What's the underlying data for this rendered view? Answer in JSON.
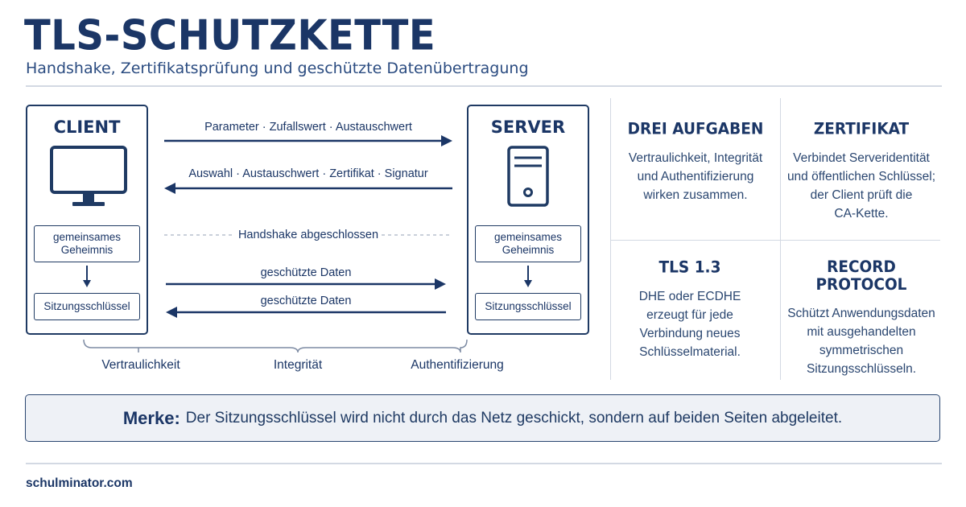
{
  "header": {
    "title": "TLS-SCHUTZKETTE",
    "subtitle": "Handshake, Zertifikatsprüfung und geschützte Datenübertragung"
  },
  "client": {
    "title": "CLIENT",
    "icon": "monitor-icon",
    "secret_box": "gemeinsames Geheimnis",
    "key_box": "Sitzungsschlüssel"
  },
  "server": {
    "title": "SERVER",
    "icon": "server-icon",
    "secret_box": "gemeinsames Geheimnis",
    "key_box": "Sitzungsschlüssel"
  },
  "messages": {
    "client_to_server": "Parameter · Zufallswert · Austauschwert",
    "server_to_client": "Auswahl · Austauschwert · Zertifikat · Signatur",
    "handshake_done": "Handshake abgeschlossen",
    "data_out": "geschützte Daten",
    "data_in": "geschützte Daten"
  },
  "goals": [
    "Vertraulichkeit",
    "Integrität",
    "Authentifizierung"
  ],
  "cards": [
    {
      "heading": "DREI AUFGABEN",
      "lines": [
        "Vertraulichkeit, Integrität",
        "und Authentifizierung",
        "wirken zusammen."
      ]
    },
    {
      "heading": "ZERTIFIKAT",
      "lines": [
        "Verbindet Serveridentität",
        "und öffentlichen Schlüssel;",
        "der Client prüft die",
        "CA-Kette."
      ]
    },
    {
      "heading": "TLS 1.3",
      "lines": [
        "DHE oder ECDHE",
        "erzeugt für jede",
        "Verbindung neues",
        "Schlüsselmaterial."
      ]
    },
    {
      "heading": "RECORD PROTOCOL",
      "lines": [
        "Schützt Anwendungsdaten",
        "mit ausgehandelten",
        "symmetrischen",
        "Sitzungsschlüsseln."
      ]
    }
  ],
  "note": {
    "heading": "Merke:",
    "text": "Der Sitzungsschlüssel wird nicht durch das Netz geschickt, sondern auf beiden Seiten abgeleitet."
  },
  "footer": "schulminator.com",
  "colors": {
    "navy": "#1b3666",
    "rule": "#d3d9e3",
    "note_bg": "#eef1f6"
  }
}
